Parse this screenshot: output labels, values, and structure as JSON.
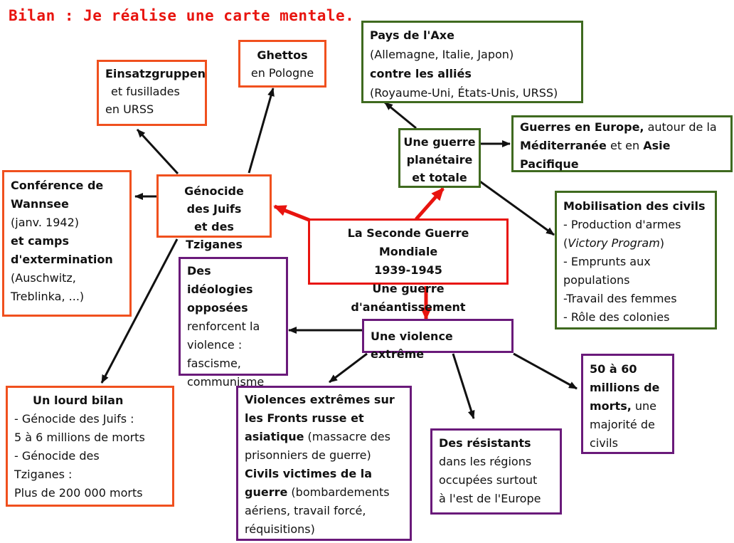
{
  "title": "Bilan : Je réalise une carte mentale.",
  "center": {
    "line1": "La Seconde Guerre Mondiale",
    "line2": "1939-1945",
    "line3": "Une guerre d'anéantissement"
  },
  "genocide": {
    "line1": "Génocide",
    "line2": "des Juifs",
    "line3": "et des Tziganes"
  },
  "guerre": {
    "line1": "Une guerre",
    "line2": "planétaire",
    "line3": "et totale"
  },
  "violence": {
    "label": "Une violence extrême"
  },
  "einsatz": {
    "line1": "Einsatzgruppen",
    "line2": "et fusillades",
    "line3": "en URSS"
  },
  "ghettos": {
    "line1": "Ghettos",
    "line2": "en Pologne"
  },
  "wannsee": {
    "line1": "Conférence de",
    "line2": "Wannsee",
    "line3": "(janv. 1942)",
    "line4": "et camps",
    "line5": "d'extermination",
    "line6": "(Auschwitz,",
    "line7": "Treblinka, ...)"
  },
  "bilan": {
    "line1": "Un lourd bilan",
    "line2": "- Génocide des Juifs :",
    "line3": "5 à 6 millions de morts",
    "line4": "- Génocide des",
    "line5": "Tziganes :",
    "line6": "Plus de 200 000 morts"
  },
  "axe": {
    "line1": "Pays de l'Axe",
    "line2": "(Allemagne, Italie, Japon)",
    "line3": "contre les alliés",
    "line4": "(Royaume-Uni, États-Unis, URSS)"
  },
  "europe": {
    "b1": "Guerres en Europe,",
    "t1": " autour de la",
    "b2": "Méditerranée",
    "t2": " et en ",
    "b3": "Asie",
    "b4": "Pacifique"
  },
  "mobilisation": {
    "line1": "Mobilisation des civils",
    "line2a": "- Production d'armes",
    "line3a": "(",
    "line3b": "Victory Program",
    "line3c": ")",
    "line4": "- Emprunts aux",
    "line5": "populations",
    "line6": "-Travail des femmes",
    "line7": "- Rôle des colonies"
  },
  "ideologies": {
    "line1": "Des idéologies",
    "line2": "opposées",
    "line3": "renforcent la",
    "line4": "violence :",
    "line5": "fascisme,",
    "line6": "communisme"
  },
  "fronts": {
    "b1": "Violences extrêmes sur",
    "b2": "les Fronts russe et",
    "b3": "asiatique",
    "t3": " (massacre des",
    "t4": "prisonniers de guerre)",
    "b5": "Civils victimes de la",
    "b6": "guerre",
    "t6": " (bombardements",
    "t7": "aériens, travail forcé,",
    "t8": "réquisitions)"
  },
  "resistants": {
    "line1": "Des résistants",
    "line2": "dans les régions",
    "line3": "occupées surtout",
    "line4": "à l'est de l'Europe"
  },
  "morts": {
    "b1": "50 à 60",
    "b2": "millions de",
    "b3": "morts,",
    "t3": " une",
    "t4": "majorité de",
    "t5": "civils"
  },
  "colors": {
    "red": "#e8140f",
    "orange": "#f0501e",
    "green": "#3f6a1f",
    "purple": "#6a1a7a"
  }
}
